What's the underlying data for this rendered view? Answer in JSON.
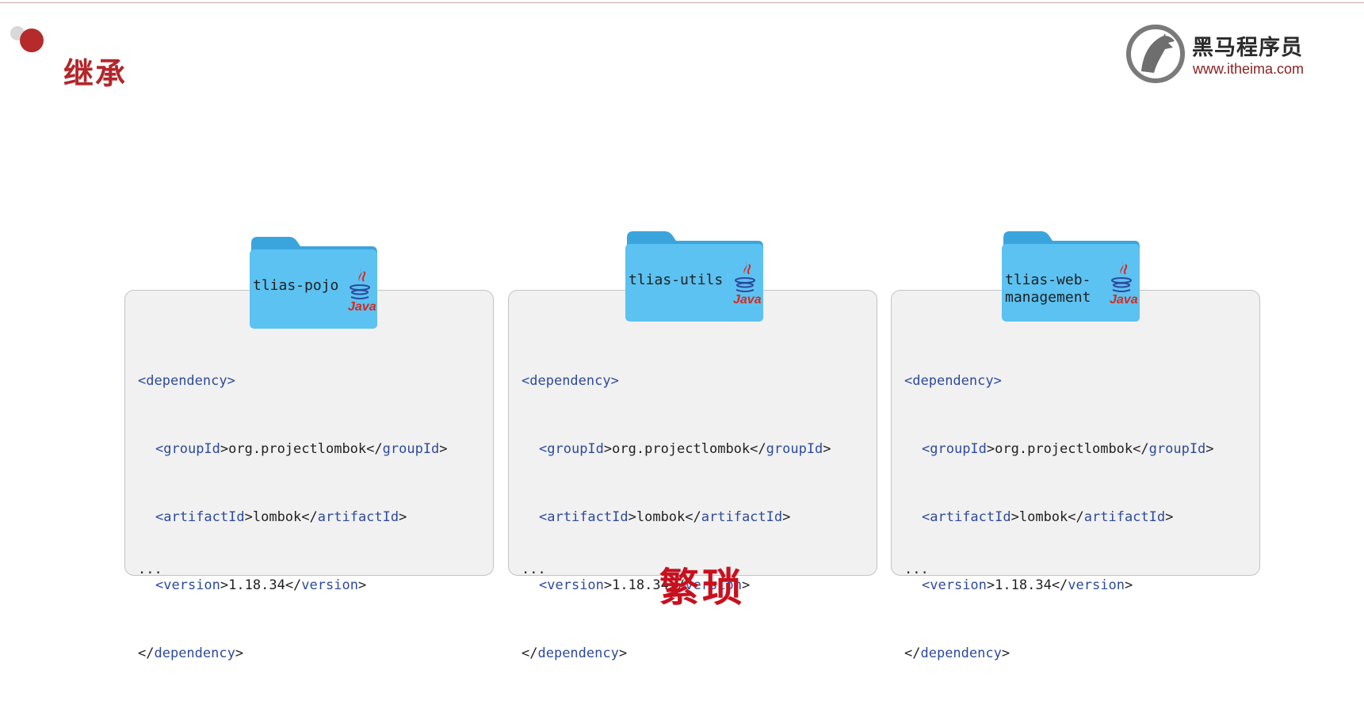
{
  "slide": {
    "title": "继承",
    "stamp": "繁琐",
    "logo": {
      "name": "黑马程序员",
      "url": "www.itheima.com"
    }
  },
  "colors": {
    "accent": "#b3262b",
    "tag": "#2d4a9c",
    "folder": "#5cc2f2",
    "card_bg": "#f1f1f1"
  },
  "modules": [
    {
      "folder_label": "tlias-pojo",
      "java_label": "Java",
      "code": {
        "dependency_tag": "dependency",
        "groupId_tag": "groupId",
        "groupId_value": "org.projectlombok",
        "artifactId_tag": "artifactId",
        "artifactId_value": "lombok",
        "version_tag": "version",
        "version_value": "1.18.34"
      },
      "ellipsis": "..."
    },
    {
      "folder_label": "tlias-utils",
      "java_label": "Java",
      "code": {
        "dependency_tag": "dependency",
        "groupId_tag": "groupId",
        "groupId_value": "org.projectlombok",
        "artifactId_tag": "artifactId",
        "artifactId_value": "lombok",
        "version_tag": "version",
        "version_value": "1.18.34"
      },
      "ellipsis": "..."
    },
    {
      "folder_label_line1": "tlias-web-",
      "folder_label_line2": "management",
      "java_label": "Java",
      "code": {
        "dependency_tag": "dependency",
        "groupId_tag": "groupId",
        "groupId_value": "org.projectlombok",
        "artifactId_tag": "artifactId",
        "artifactId_value": "lombok",
        "version_tag": "version",
        "version_value": "1.18.34"
      },
      "ellipsis": "..."
    }
  ]
}
